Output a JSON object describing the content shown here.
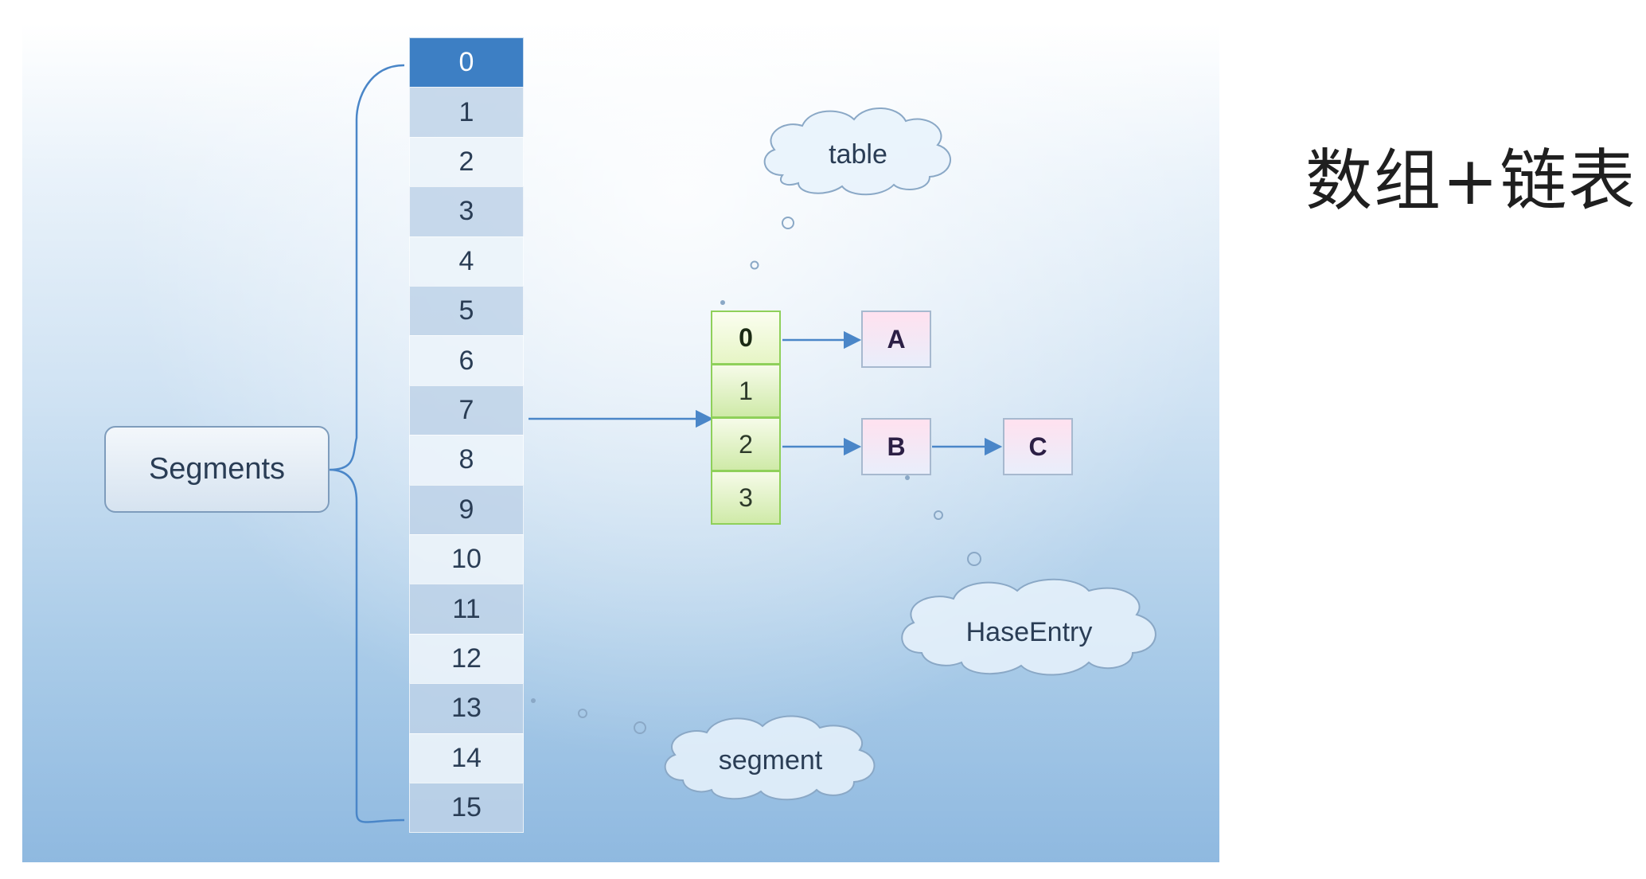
{
  "title": "数组+链表",
  "segments_label": "Segments",
  "segment_indices": [
    "0",
    "1",
    "2",
    "3",
    "4",
    "5",
    "6",
    "7",
    "8",
    "9",
    "10",
    "11",
    "12",
    "13",
    "14",
    "15"
  ],
  "table_indices": [
    "0",
    "1",
    "2",
    "3"
  ],
  "entries": [
    "A",
    "B",
    "C"
  ],
  "callouts": {
    "table": "table",
    "entry": "HaseEntry",
    "segment": "segment"
  },
  "colors": {
    "segment_head": "#3d7fc4",
    "table_border": "#8fd05a",
    "connector": "#4a86c8"
  }
}
